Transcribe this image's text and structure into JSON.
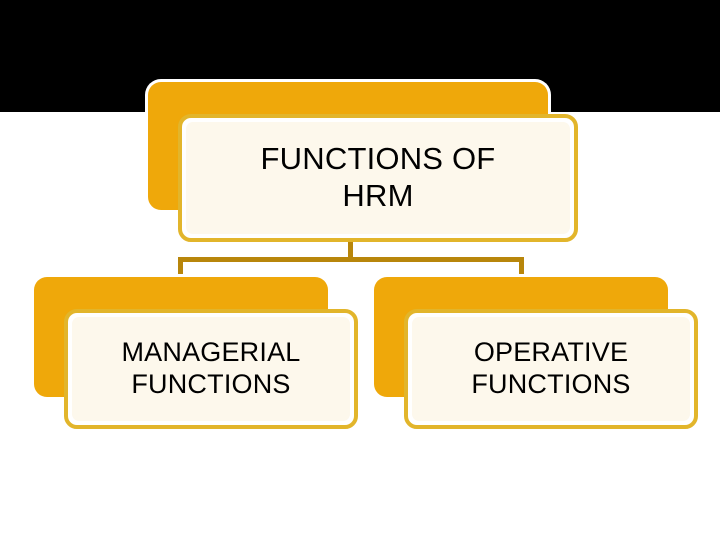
{
  "slide": {
    "background_color": "#FFFFFF",
    "band_color": "#000000",
    "accent_solid": "#EFA80A",
    "accent_border": "#E2B52B",
    "card_fill": "#FDF8EC",
    "connector_color": "#B8860B"
  },
  "diagram": {
    "type": "organization-chart",
    "root": {
      "id": "root",
      "label": "FUNCTIONS OF\nHRM"
    },
    "children": [
      {
        "id": "managerial",
        "label": "MANAGERIAL\nFUNCTIONS"
      },
      {
        "id": "operative",
        "label": "OPERATIVE\nFUNCTIONS"
      }
    ]
  }
}
